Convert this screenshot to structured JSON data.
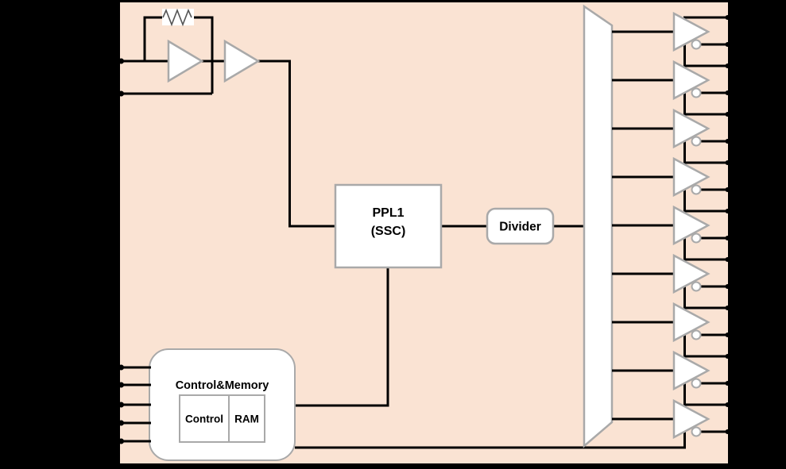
{
  "diagram": {
    "type": "ic-block-diagram",
    "description": "Clock generator chip block diagram with crystal oscillator, spread-spectrum PLL, divider and fanout output buffers",
    "blocks": {
      "pll": {
        "line1": "PPL1",
        "line2": "(SSC)"
      },
      "divider": {
        "label": "Divider"
      },
      "control_memory": {
        "title": "Control&Memory",
        "children": [
          {
            "label": "Control"
          },
          {
            "label": "RAM"
          }
        ]
      }
    },
    "outputs": {
      "buffer_count": 9,
      "pins_per_buffer": 2
    },
    "inputs": {
      "oscillator_pin_count": 2,
      "control_pin_count": 5
    },
    "colors": {
      "background": "#000000",
      "chip_fill": "#fae3d3",
      "block_fill": "#ffffff",
      "block_stroke": "#a9a9a9",
      "wire": "#000000",
      "text": "#000000",
      "resistor_stroke": "#555555"
    }
  }
}
